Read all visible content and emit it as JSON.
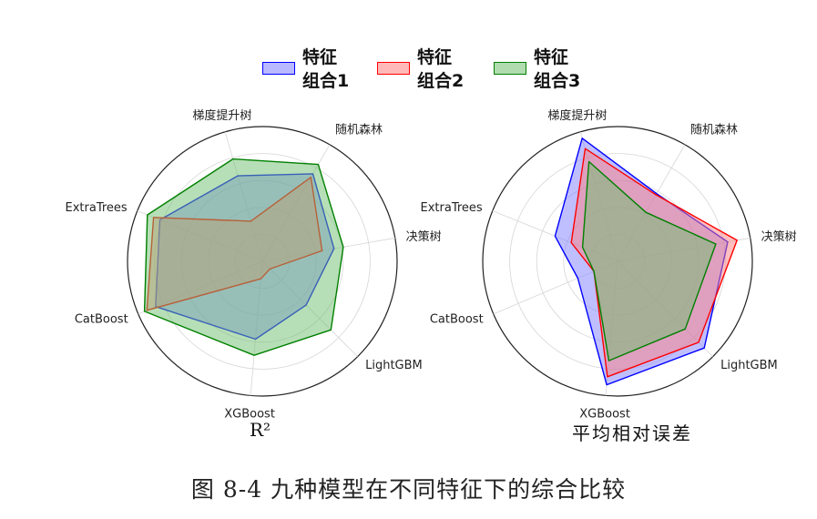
{
  "legend": [
    {
      "label": "特征\n组合1",
      "color": "#0000ff"
    },
    {
      "label": "特征\n组合2",
      "color": "#ff0000"
    },
    {
      "label": "特征\n组合3",
      "color": "#008000"
    }
  ],
  "caption": "图 8-4 九种模型在不同特征下的综合比较",
  "chart_data": [
    {
      "type": "radar",
      "title": "R²",
      "axes": [
        "决策树",
        "随机森林",
        "梯度提升树",
        "ExtraTrees",
        "CatBoost",
        "XGBoost",
        "LightGBM"
      ],
      "ylim": [
        0,
        1
      ],
      "grid": true,
      "series": [
        {
          "name": "特征组合1",
          "color": "#0000ff",
          "fill": "#8080ff",
          "values": [
            0.54,
            0.75,
            0.66,
            0.82,
            0.86,
            0.58,
            0.46
          ]
        },
        {
          "name": "特征组合2",
          "color": "#ff0000",
          "fill": "#ff8080",
          "values": [
            0.45,
            0.72,
            0.31,
            0.87,
            0.93,
            0.13,
            0.08
          ]
        },
        {
          "name": "特征组合3",
          "color": "#008000",
          "fill": "#70c070",
          "values": [
            0.61,
            0.83,
            0.79,
            0.92,
            0.95,
            0.7,
            0.72
          ]
        }
      ]
    },
    {
      "type": "radar",
      "title": "平均相对误差",
      "axes": [
        "决策树",
        "随机森林",
        "梯度提升树",
        "ExtraTrees",
        "CatBoost",
        "XGBoost",
        "LightGBM"
      ],
      "ylim": [
        0,
        1
      ],
      "grid": true,
      "series": [
        {
          "name": "特征组合1",
          "color": "#0000ff",
          "fill": "#8080ff",
          "values": [
            0.83,
            0.58,
            0.95,
            0.5,
            0.32,
            0.92,
            0.91
          ]
        },
        {
          "name": "特征组合2",
          "color": "#ff0000",
          "fill": "#ff8080",
          "values": [
            0.9,
            0.57,
            0.87,
            0.37,
            0.19,
            0.86,
            0.85
          ]
        },
        {
          "name": "特征组合3",
          "color": "#008000",
          "fill": "#70c070",
          "values": [
            0.74,
            0.42,
            0.77,
            0.28,
            0.19,
            0.74,
            0.71
          ]
        }
      ]
    }
  ]
}
